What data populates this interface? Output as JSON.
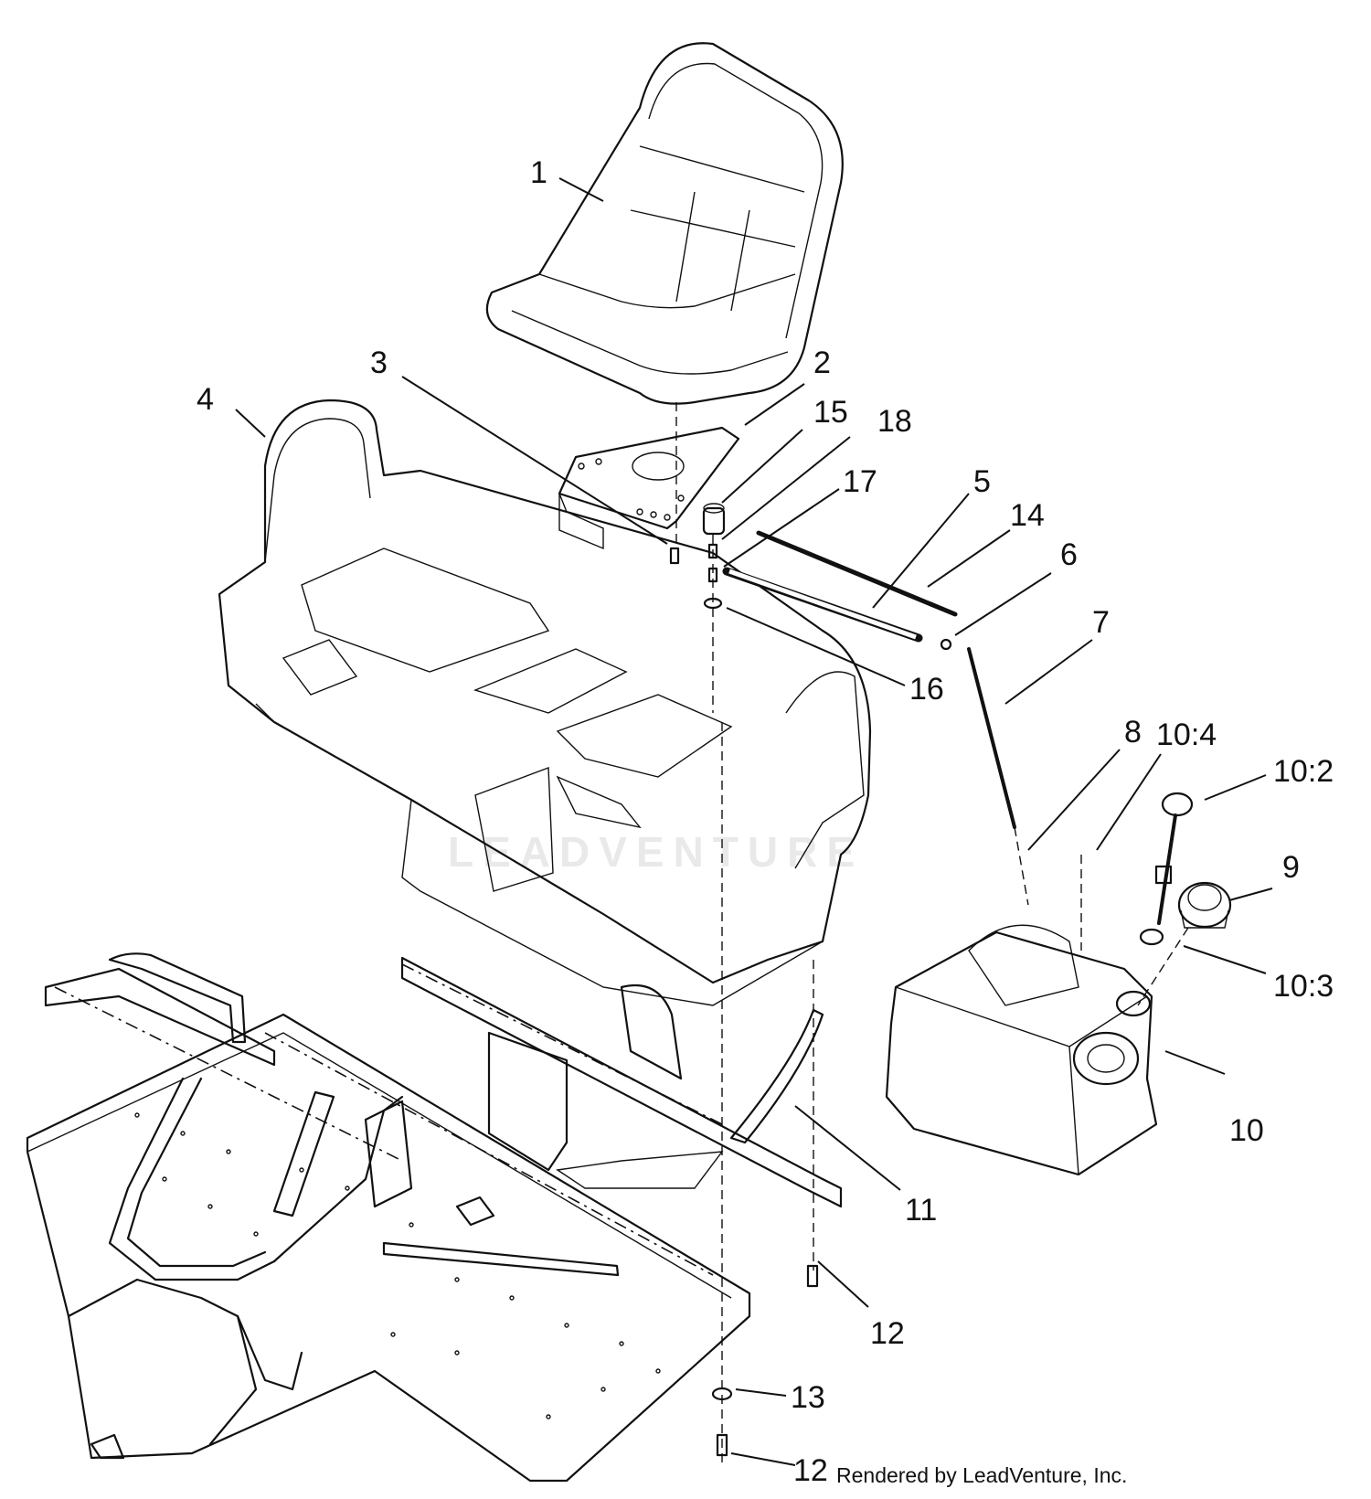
{
  "diagram": {
    "callouts": [
      {
        "id": "c1",
        "text": "1"
      },
      {
        "id": "c2",
        "text": "2"
      },
      {
        "id": "c3",
        "text": "3"
      },
      {
        "id": "c4",
        "text": "4"
      },
      {
        "id": "c5",
        "text": "5"
      },
      {
        "id": "c6",
        "text": "6"
      },
      {
        "id": "c7",
        "text": "7"
      },
      {
        "id": "c8",
        "text": "8"
      },
      {
        "id": "c9",
        "text": "9"
      },
      {
        "id": "c10",
        "text": "10"
      },
      {
        "id": "c10_2",
        "text": "10:2"
      },
      {
        "id": "c10_3",
        "text": "10:3"
      },
      {
        "id": "c10_4",
        "text": "10:4"
      },
      {
        "id": "c11",
        "text": "11"
      },
      {
        "id": "c12a",
        "text": "12"
      },
      {
        "id": "c12b",
        "text": "12"
      },
      {
        "id": "c13",
        "text": "13"
      },
      {
        "id": "c14",
        "text": "14"
      },
      {
        "id": "c15",
        "text": "15"
      },
      {
        "id": "c16",
        "text": "16"
      },
      {
        "id": "c17",
        "text": "17"
      },
      {
        "id": "c18",
        "text": "18"
      }
    ],
    "watermark": "LEADVENTURE",
    "credit": "Rendered by LeadVenture, Inc."
  }
}
